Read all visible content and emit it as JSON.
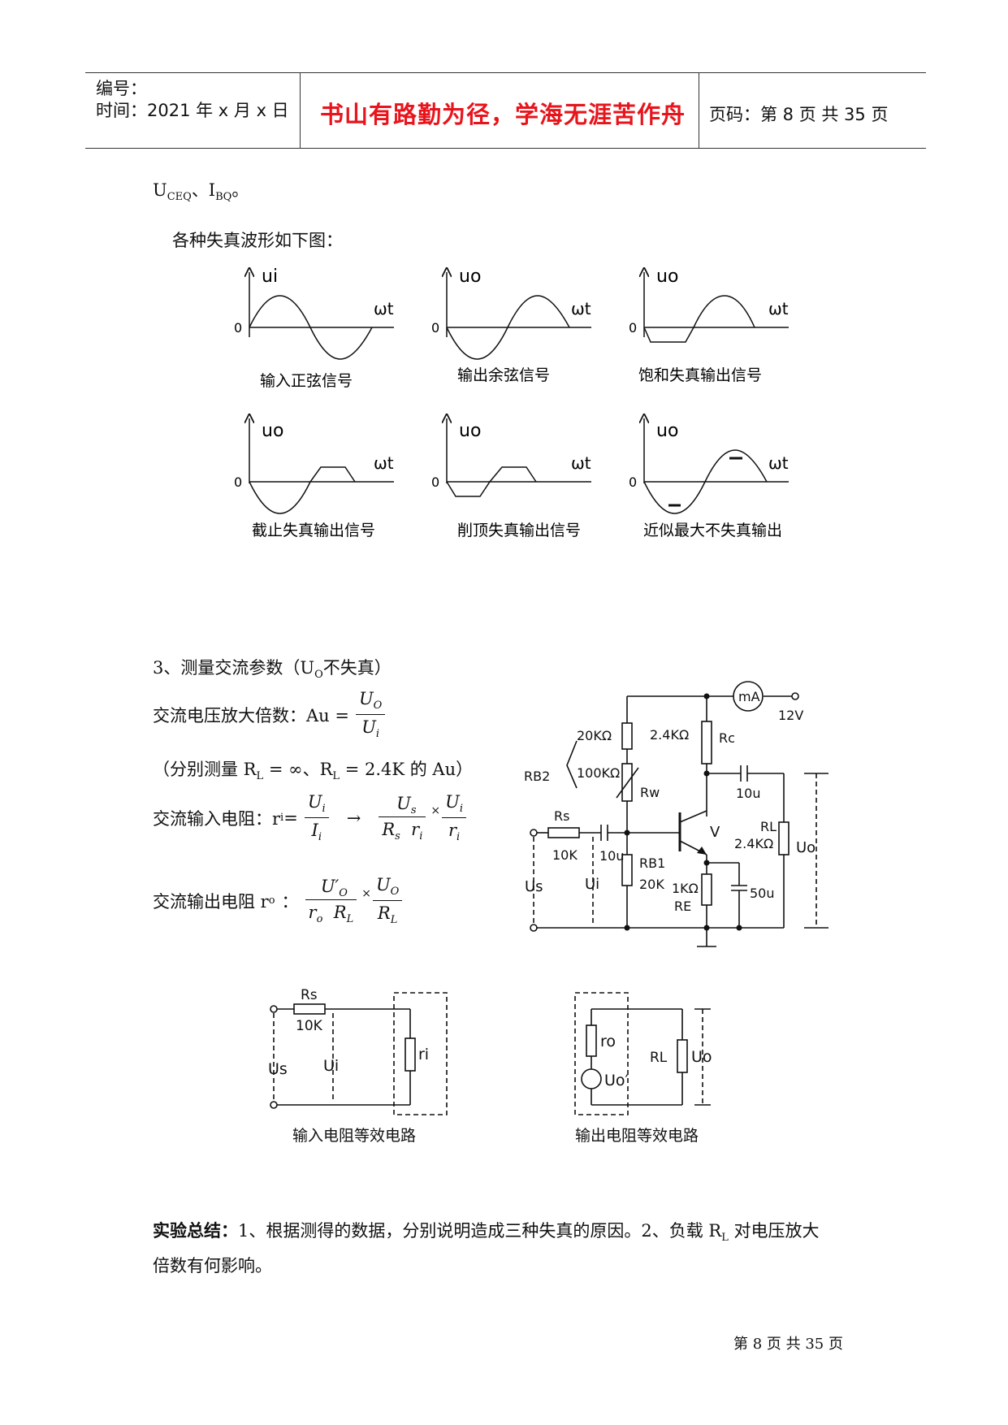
{
  "header": {
    "number_label": "编号：",
    "time_label": "时间：2021 年 x 月 x 日",
    "motto": "书山有路勤为径，学海无涯苦作舟",
    "page_label": "页码：第 8 页  共 35 页"
  },
  "intro": {
    "line1_main": "U",
    "line1_sub1": "CEQ",
    "line1_sep": "、I",
    "line1_sub2": "BQ",
    "line1_end": "。",
    "waveforms_caption": "各种失真波形如下图："
  },
  "waveforms": [
    {
      "ylabel": "ui",
      "caption": "输入正弦信号"
    },
    {
      "ylabel": "uo",
      "caption": "输出余弦信号"
    },
    {
      "ylabel": "uo",
      "caption": "饱和失真输出信号"
    },
    {
      "ylabel": "uo",
      "caption": "截止失真输出信号"
    },
    {
      "ylabel": "uo",
      "caption": "削顶失真输出信号"
    },
    {
      "ylabel": "uo",
      "caption": "近似最大不失真输出"
    }
  ],
  "waveform_axis": {
    "origin": "0",
    "xlabel": "ωt"
  },
  "section3": {
    "title": "3、测量交流参数（U",
    "title_sub": "O",
    "title_end": "不失真）",
    "gain_label": "交流电压放大倍数：Au =",
    "gain_num": "U",
    "gain_num_sub": "O",
    "gain_den": "U",
    "gain_den_sub": "i",
    "measure_note": "（分别测量 R",
    "measure_mid": " = ∞、R",
    "measure_end": " = 2.4K 的 Au）",
    "rl_sub": "L",
    "input_label": "交流输入电阻：r",
    "input_label_sub": "i",
    "input_eq": " =",
    "f1_num": "U",
    "f1_num_sub": "i",
    "f1_den": "I",
    "f1_den_sub": "i",
    "arrow": "→",
    "f2_num": "U",
    "f2_num_sub": "s",
    "f2_den": "R",
    "f2_den_sub": "s",
    "f2_den2": "r",
    "f2_den2_sub": "i",
    "marks": "×",
    "f3_num": "U",
    "f3_num_sub": "i",
    "f3_den": "r",
    "f3_den_sub": "i",
    "output_label": "交流输出电阻 r",
    "output_label_sub": "o",
    "output_eq": "：",
    "f4_num": "U′",
    "f4_num_sub": "O",
    "f4_den": "r",
    "f4_den_sub": "o",
    "f4_den2": "R",
    "f4_den2_sub": "L",
    "f5_num": "U",
    "f5_num_sub": "O",
    "f5_den": "R",
    "f5_den_sub": "L"
  },
  "circuit": {
    "ma": "mA",
    "v12": "12V",
    "r20k": "20KΩ",
    "r24k": "2.4KΩ",
    "rc": "Rc",
    "rb2": "RB2",
    "r100k": "100KΩ",
    "rw": "Rw",
    "c10u_out": "10u",
    "rs": "Rs",
    "c10u_in": "10u",
    "v": "V",
    "rl": "RL",
    "rl_val": "2.4KΩ",
    "uo": "Uo",
    "r10k": "10K",
    "rb1": "RB1",
    "rb1_val": "20K",
    "re_val": "1KΩ",
    "re": "RE",
    "ce": "50u",
    "us": "Us",
    "ui": "Ui"
  },
  "equivalents": {
    "in_rs": "Rs",
    "in_10k": "10K",
    "in_us": "Us",
    "in_ui": "Ui",
    "in_ri": "ri",
    "in_caption": "输入电阻等效电路",
    "out_ro": "ro",
    "out_uo_src": "Uo′",
    "out_rl": "RL",
    "out_uo": "Uo",
    "out_caption": "输出电阻等效电路"
  },
  "summary": {
    "bold": "实验总结：",
    "text1": "1、根据测得的数据，分别说明造成三种失真的原因。2、负载 R",
    "sub": "L",
    "text2": " 对电压放大",
    "line2": "倍数有何影响。"
  },
  "footer": {
    "page": "第 8 页 共 35 页"
  }
}
